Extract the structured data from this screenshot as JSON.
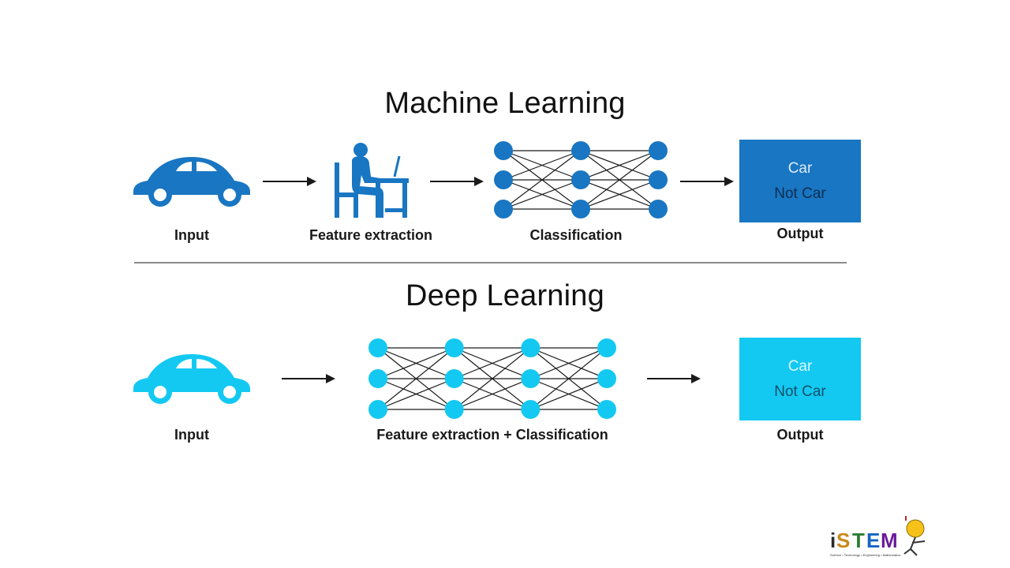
{
  "colors": {
    "ml_blue": "#1976c2",
    "dl_cyan": "#13c9f2",
    "line": "#1a1a1a",
    "divider": "#8a8a8a"
  },
  "machine_learning": {
    "title": "Machine Learning",
    "steps": [
      {
        "label": "Input",
        "icon": "car-icon"
      },
      {
        "label": "Feature extraction",
        "icon": "person-at-computer-icon"
      },
      {
        "label": "Classification",
        "icon": "neural-network-icon"
      },
      {
        "label": "Output",
        "icon": "output-box"
      }
    ],
    "output": {
      "line1": "Car",
      "line2": "Not Car"
    },
    "network_layers": [
      3,
      3,
      3
    ]
  },
  "deep_learning": {
    "title": "Deep Learning",
    "steps": [
      {
        "label": "Input",
        "icon": "car-icon"
      },
      {
        "label": "Feature extraction + Classification",
        "icon": "neural-network-icon"
      },
      {
        "label": "Output",
        "icon": "output-box"
      }
    ],
    "output": {
      "line1": "Car",
      "line2": "Not Car"
    },
    "network_layers": [
      3,
      3,
      3,
      3
    ]
  },
  "logo": {
    "text": "iSTEM",
    "tagline": "Science • Technology • Engineering • Mathematics"
  }
}
